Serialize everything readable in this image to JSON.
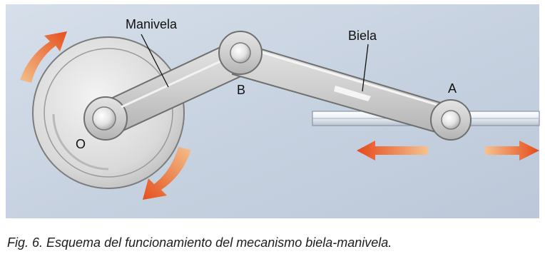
{
  "labels": {
    "manivela": "Manivela",
    "biela": "Biela",
    "point_o": "O",
    "point_b": "B",
    "point_a": "A"
  },
  "caption": "Fig. 6. Esquema del funcionamiento del mecanismo biela-manivela.",
  "colors": {
    "background": "#c9d4e2",
    "disc": "#e3e3e3",
    "disc_edge": "#8e8e8e",
    "link": "#d0d0d0",
    "link_edge": "#6e6e6e",
    "rail": "#f4f4f4",
    "arrow_orange": "#e8531c",
    "arrow_light": "#f2b47a"
  },
  "icons": {
    "rotation_arrows": "curved-orange-arrow",
    "slide_arrow": "double-headed-orange-arrow"
  }
}
